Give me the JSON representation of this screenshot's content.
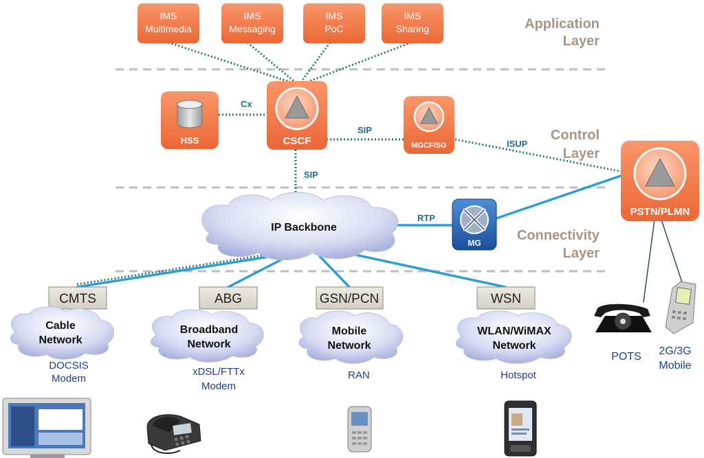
{
  "layers": {
    "application": [
      "Application",
      "Layer"
    ],
    "control": [
      "Control",
      "Layer"
    ],
    "connectivity": [
      "Connectivity",
      "Layer"
    ]
  },
  "apps": [
    [
      "IMS",
      "Multimedia"
    ],
    [
      "IMS",
      "Messaging"
    ],
    [
      "IMS",
      "PoC"
    ],
    [
      "IMS",
      "Sharing"
    ]
  ],
  "nodes": {
    "hss": "HSS",
    "cscf": "CSCF",
    "mgcf": "MGCF/SG",
    "pstn": "PSTN/PLMN",
    "mg": "MG"
  },
  "links": {
    "cx": "Cx",
    "sip_mgcf": "SIP",
    "sip_backbone": "SIP",
    "isup": "ISUP",
    "rtp": "RTP"
  },
  "backbone": "IP Backbone",
  "access": [
    {
      "gateway": "CMTS",
      "network": [
        "Cable",
        "Network"
      ],
      "tech": [
        "DOCSIS",
        "Modem"
      ]
    },
    {
      "gateway": "ABG",
      "network": [
        "Broadband",
        "Network"
      ],
      "tech": [
        "xDSL/FTTx",
        "Modem"
      ]
    },
    {
      "gateway": "GSN/PCN",
      "network": [
        "Mobile",
        "Network"
      ],
      "tech": [
        "RAN"
      ]
    },
    {
      "gateway": "WSN",
      "network": [
        "WLAN/WiMAX",
        "Network"
      ],
      "tech": [
        "Hotspot"
      ]
    }
  ],
  "devices": {
    "pots": "POTS",
    "mobile": [
      "2G/3G",
      "Mobile"
    ]
  },
  "colors": {
    "orange": "#f47a45",
    "teal_link": "#1f7a6e",
    "blue_link": "#2b9fd4",
    "layer_text": "#a89482"
  }
}
